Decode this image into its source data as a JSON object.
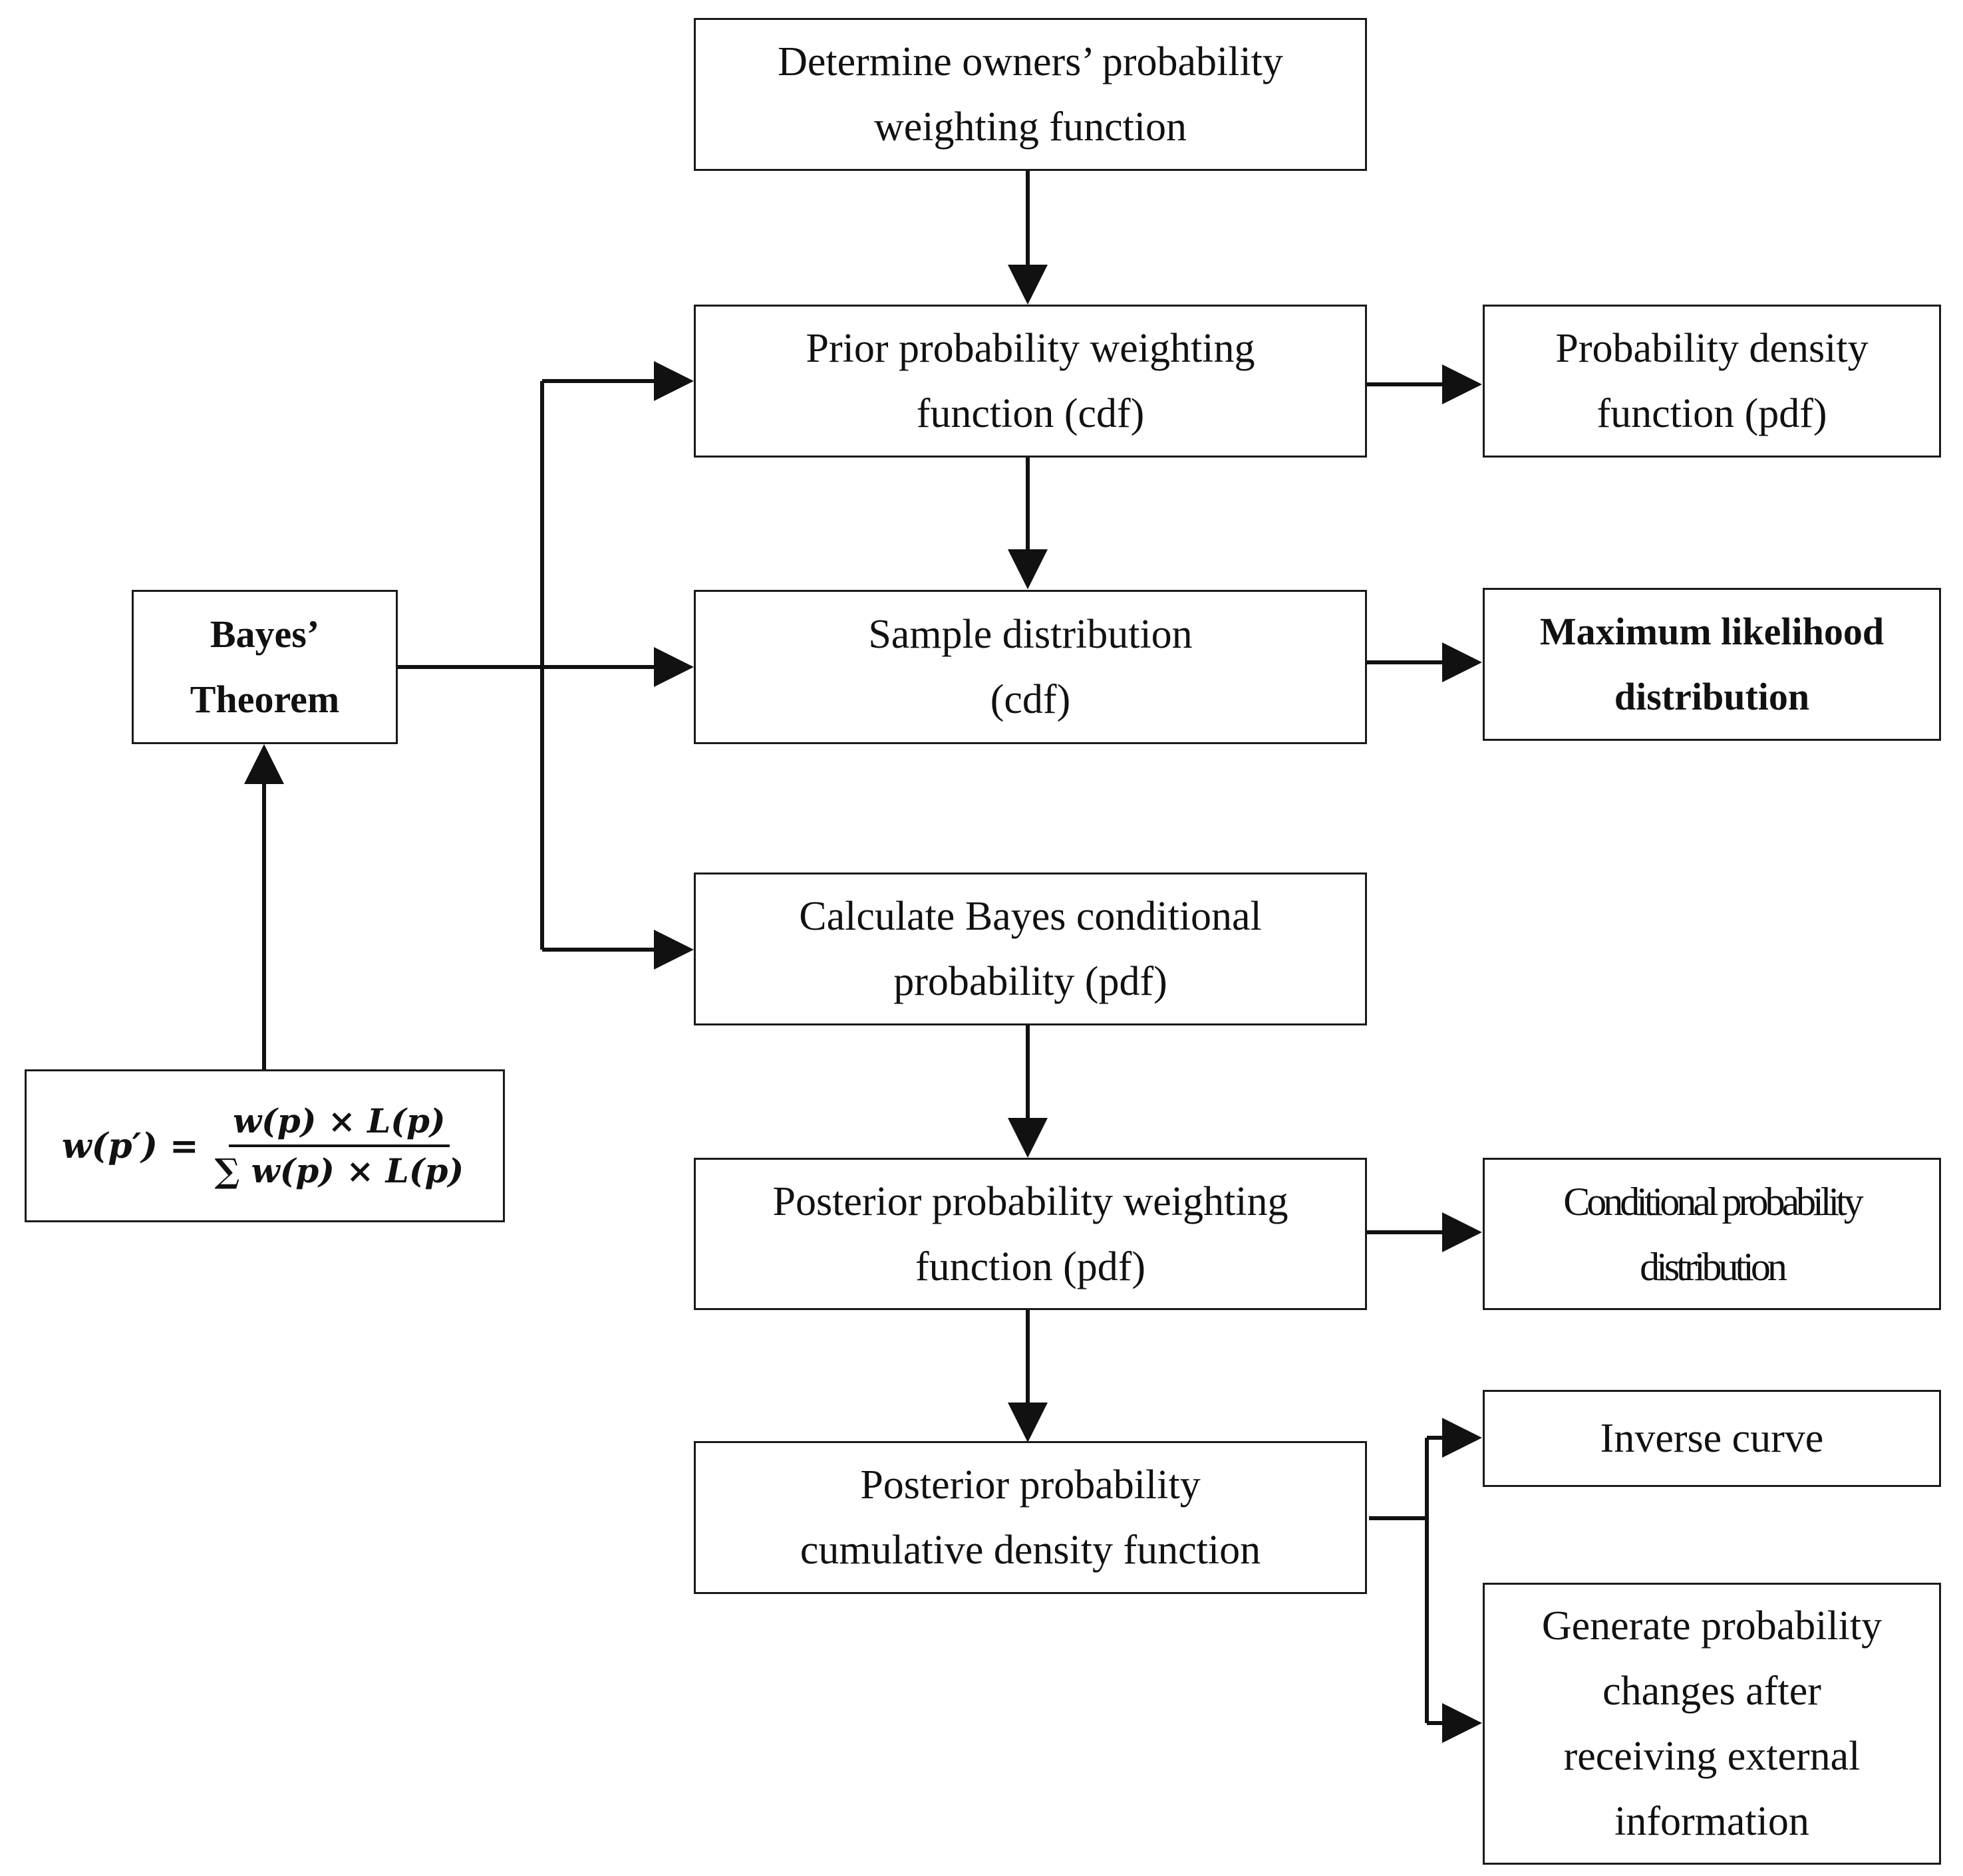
{
  "boxes": {
    "determine": [
      "Determine owners’ probability",
      "weighting function"
    ],
    "prior": [
      "Prior probability weighting",
      "function (cdf)"
    ],
    "pdf": [
      "Probability density",
      "function (pdf)"
    ],
    "bayes": [
      "Bayes’",
      "Theorem"
    ],
    "sample": [
      "Sample distribution",
      "(cdf)"
    ],
    "mle": [
      "Maximum likelihood",
      "distribution"
    ],
    "calculate": [
      "Calculate Bayes conditional",
      "probability (pdf)"
    ],
    "posterior_pdf": [
      "Posterior probability weighting",
      "function (pdf)"
    ],
    "conditional": [
      "Conditional probability",
      "distribution"
    ],
    "posterior_cdf": [
      "Posterior probability",
      "cumulative density function"
    ],
    "inverse": [
      "Inverse curve"
    ],
    "generate": [
      "Generate probability",
      "changes after",
      "receiving external",
      "information"
    ]
  },
  "formula": {
    "lhs": "w(p′) =",
    "numerator": "w(p) × L(p)",
    "denominator": "∑ w(p) × L(p)"
  }
}
